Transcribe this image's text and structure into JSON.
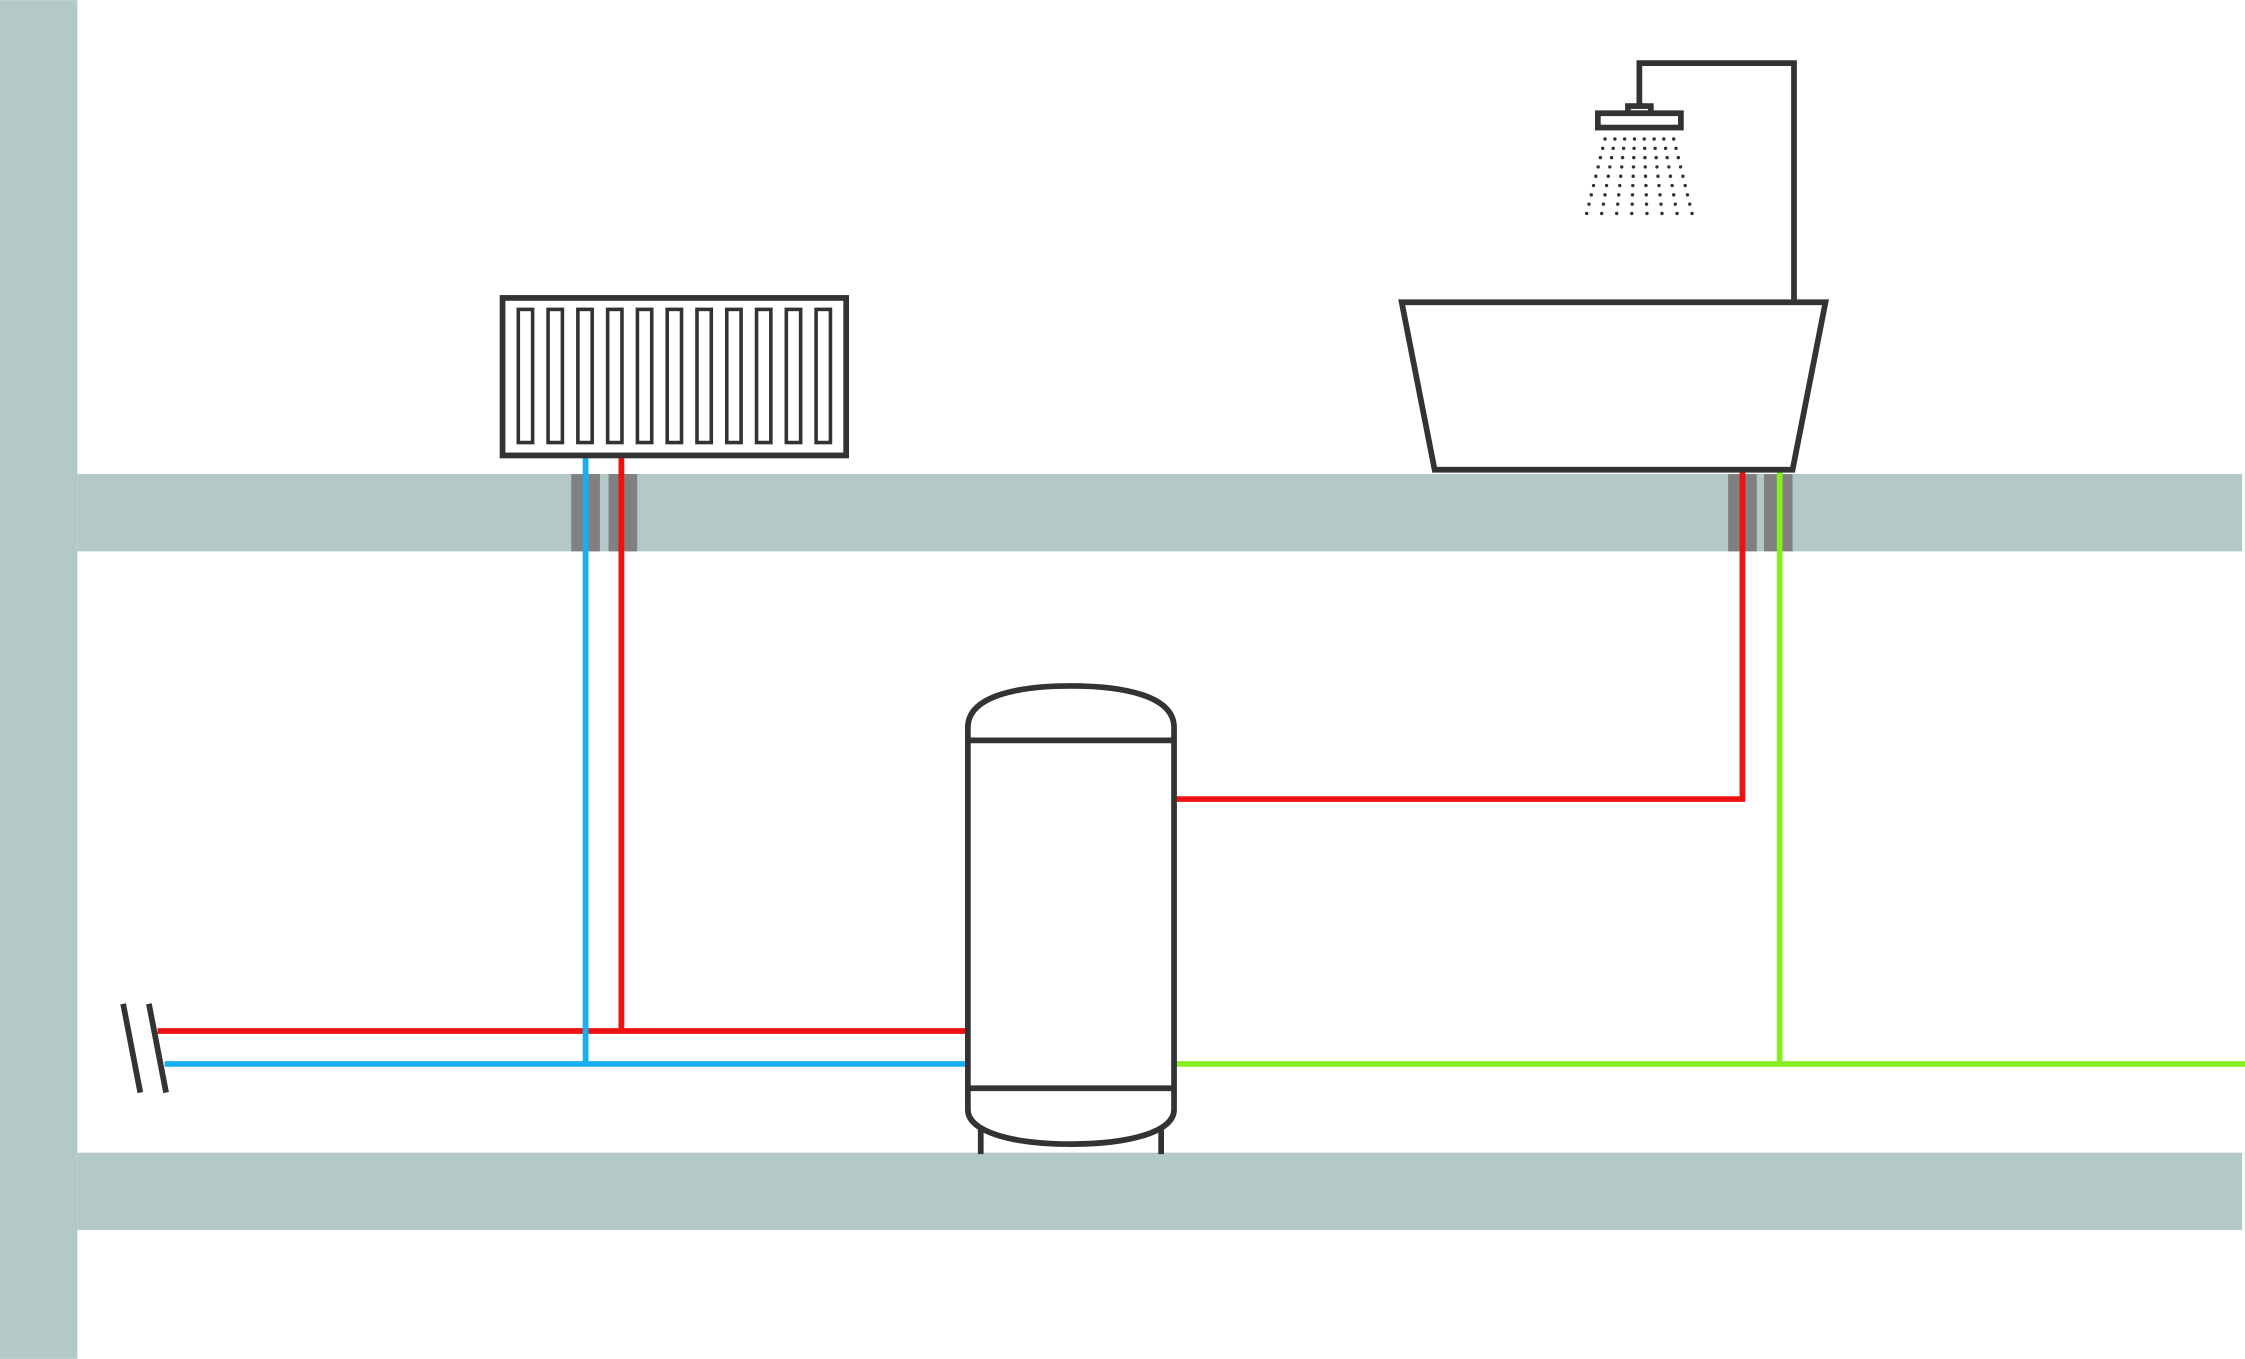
{
  "diagram": {
    "components": [
      "radiator",
      "shower-head",
      "bathtub",
      "storage-tank",
      "pipe-break-symbol"
    ],
    "colors": {
      "structure": "#b3c9c7",
      "sleeve": "#808080",
      "outline": "#333333",
      "flow_pipe": "#ee1111",
      "return_pipe": "#18aef0",
      "cold_water_pipe": "#88ee22",
      "background": "#ffffff"
    }
  }
}
